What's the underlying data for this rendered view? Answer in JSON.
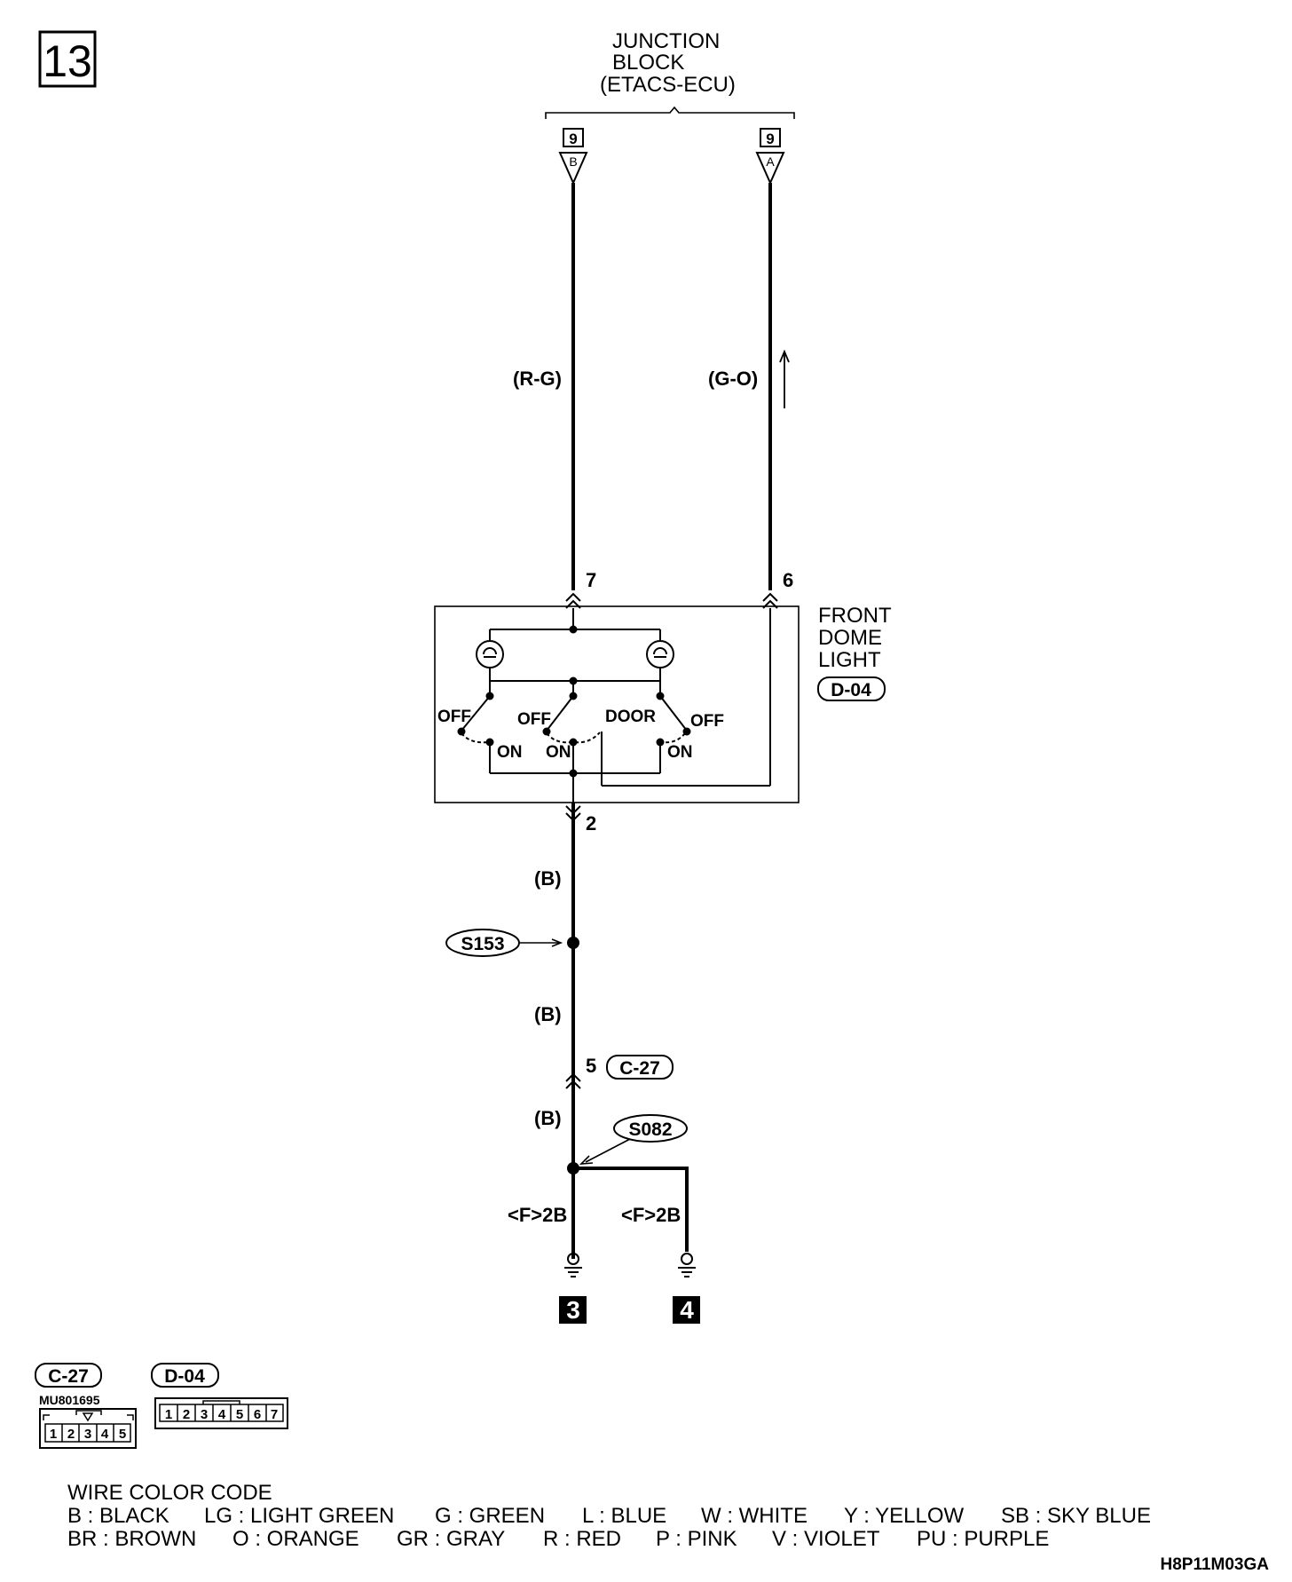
{
  "page_number": "13",
  "junction_block": {
    "line1": "JUNCTION",
    "line2": "BLOCK",
    "line3": "(ETACS-ECU)",
    "left_conn_num": "9",
    "left_conn_pin": "B",
    "right_conn_num": "9",
    "right_conn_pin": "A"
  },
  "wires": {
    "left_top": "(R-G)",
    "right_top": "(G-O)",
    "bottom_1": "(B)",
    "bottom_2": "(B)",
    "bottom_3": "(B)"
  },
  "pins": {
    "p7": "7",
    "p6": "6",
    "p2": "2",
    "p5": "5"
  },
  "dome_light": {
    "line1": "FRONT",
    "line2": "DOME",
    "line3": "LIGHT",
    "connector": "D-04",
    "switches": {
      "off_left": "OFF",
      "off_mid": "OFF",
      "door": "DOOR",
      "off_right": "OFF",
      "on_left": "ON",
      "on_mid": "ON",
      "on_right": "ON"
    }
  },
  "splices": {
    "s153": "S153",
    "s082": "S082"
  },
  "connector_c27": "C-27",
  "grounds": {
    "left_label": "<F>2B",
    "right_label": "<F>2B",
    "left_num": "3",
    "right_num": "4"
  },
  "connector_views": {
    "c27": {
      "name": "C-27",
      "part": "MU801695",
      "pins": [
        "1",
        "2",
        "3",
        "4",
        "5"
      ]
    },
    "d04": {
      "name": "D-04",
      "pins": [
        "1",
        "2",
        "3",
        "4",
        "5",
        "6",
        "7"
      ]
    }
  },
  "wire_color_code": {
    "title": "WIRE COLOR CODE",
    "row1": [
      "B : BLACK",
      "LG : LIGHT GREEN",
      "G : GREEN",
      "L : BLUE",
      "W : WHITE",
      "Y : YELLOW",
      "SB : SKY BLUE"
    ],
    "row2": [
      "BR : BROWN",
      "O : ORANGE",
      "GR : GRAY",
      "R : RED",
      "P : PINK",
      "V : VIOLET",
      "PU : PURPLE"
    ]
  },
  "figure_code": "H8P11M03GA"
}
